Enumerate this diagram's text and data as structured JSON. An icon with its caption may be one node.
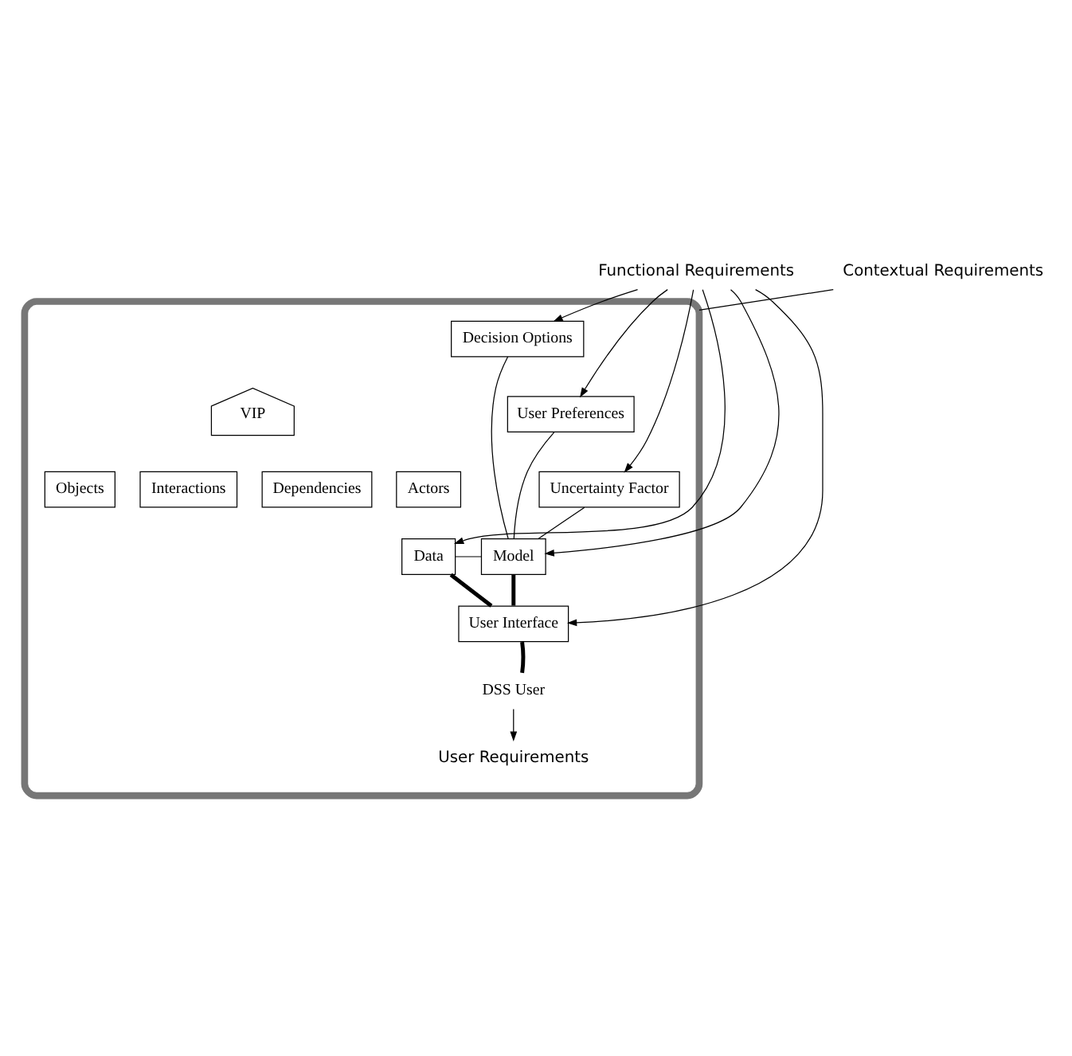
{
  "diagram": {
    "nodes": [
      {
        "text": [],
        "shape": "box"
      },
      {
        "text": [
          "Contextual Requirements"
        ]
      },
      {
        "text": [
          "Decision Options"
        ],
        "in": 0
      },
      {
        "text": [
          "User Preferences"
        ],
        "in": 0
      },
      {
        "text": [
          "Uncertainty Factor"
        ],
        "in": 0
      },
      {
        "text": [
          "VIP"
        ],
        "in": 0
      },
      {
        "text": [
          "Actors"
        ],
        "in": 0
      },
      {
        "text": [
          "Objects"
        ],
        "in": 0
      },
      {
        "text": [
          "Interactions"
        ],
        "in": 0
      },
      {
        "text": [
          "Dependencies"
        ],
        "in": 0
      },
      {
        "text": [
          "Model"
        ],
        "in": 0
      },
      {
        "text": [
          "Data"
        ],
        "in": 0
      },
      {
        "text": [
          "User Interface"
        ],
        "in": 0
      },
      {
        "text": [
          "Functional Requirements"
        ]
      },
      {
        "text": [
          "User Requirements"
        ],
        "in": 0
      },
      {
        "text": [
          "DSS User"
        ],
        "in": 0
      }
    ],
    "edges": [
      {
        "from": 1,
        "to": 0,
        "arrow": "none"
      },
      {
        "from": 13,
        "to": 2,
        "arrow": "to"
      },
      {
        "from": 13,
        "to": 3,
        "arrow": "to"
      },
      {
        "from": 13,
        "to": 4,
        "arrow": "to"
      },
      {
        "from": 2,
        "to": 10,
        "arrow": "none"
      },
      {
        "from": 3,
        "to": 10,
        "arrow": "none"
      },
      {
        "from": 4,
        "to": 10,
        "arrow": "none"
      },
      {
        "from": 10,
        "to": 11,
        "arrow": "none"
      },
      {
        "from": 13,
        "to": 11,
        "arrow": "to"
      },
      {
        "from": 13,
        "to": 10,
        "arrow": "to"
      },
      {
        "from": 13,
        "to": 12,
        "arrow": "to"
      },
      {
        "from": 10,
        "to": 12,
        "arrow": "none",
        "style": "thick"
      },
      {
        "from": 11,
        "to": 12,
        "arrow": "none",
        "style": "thick"
      },
      {
        "from": 15,
        "to": 12,
        "arrow": "none",
        "style": "thick"
      },
      {
        "from": 15,
        "to": 14,
        "arrow": "to"
      }
    ]
  }
}
